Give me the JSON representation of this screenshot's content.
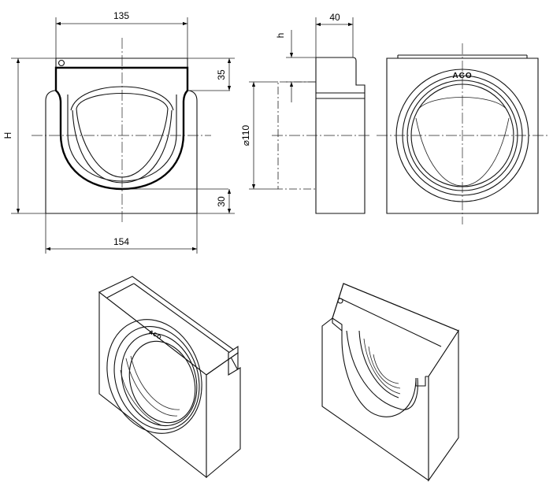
{
  "dimensions": {
    "top_width": "135",
    "bottom_width": "154",
    "overall_height": "H",
    "top_clearance": "35",
    "bottom_clearance": "30",
    "side_thickness": "40",
    "step_height": "h",
    "pipe_diameter": "⌀110"
  },
  "branding": {
    "logo_front": "ACO",
    "logo_iso": "ACO"
  }
}
